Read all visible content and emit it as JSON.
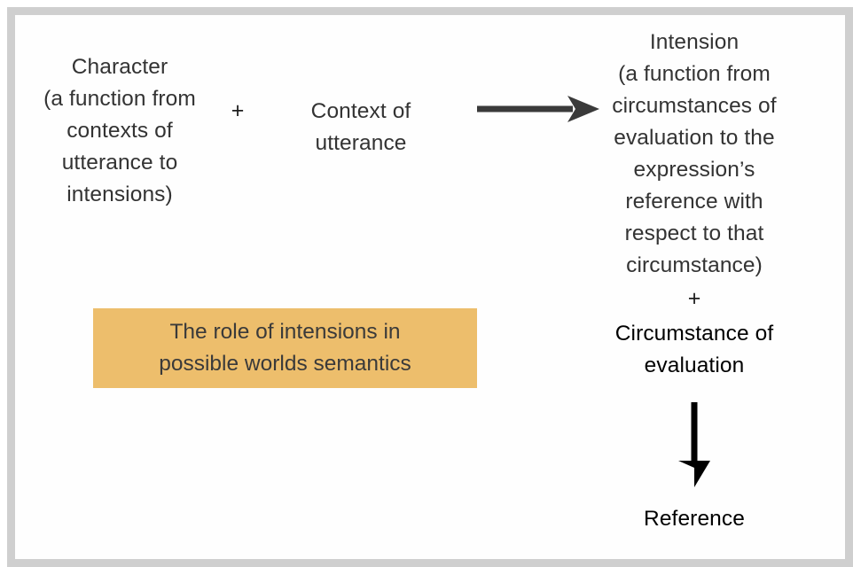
{
  "figure": {
    "frame_color": "#cfcfcf",
    "background": "#ffffff",
    "text_color": "#333333",
    "emphasis_text_color": "#000000",
    "accent_color": "#edbe6c"
  },
  "nodes": {
    "character": {
      "label": "Character\n(a function from\ncontexts of\nutterance to\nintensions)"
    },
    "plus_1": {
      "label": "+"
    },
    "context": {
      "label": "Context of\nutterance"
    },
    "intension": {
      "label": "Intension\n(a function from\ncircumstances of\nevaluation to the\nexpression’s\nreference with\nrespect to that\ncircumstance)"
    },
    "plus_2": {
      "label": "+"
    },
    "circumstance": {
      "label": "Circumstance of\nevaluation"
    },
    "reference": {
      "label": "Reference"
    }
  },
  "caption": {
    "text": "The role of intensions in\npossible worlds semantics"
  },
  "arrows": {
    "horizontal": {
      "icon": "arrow-right-icon",
      "color": "#3a3a3a"
    },
    "vertical": {
      "icon": "arrow-down-icon",
      "color": "#000000"
    }
  }
}
